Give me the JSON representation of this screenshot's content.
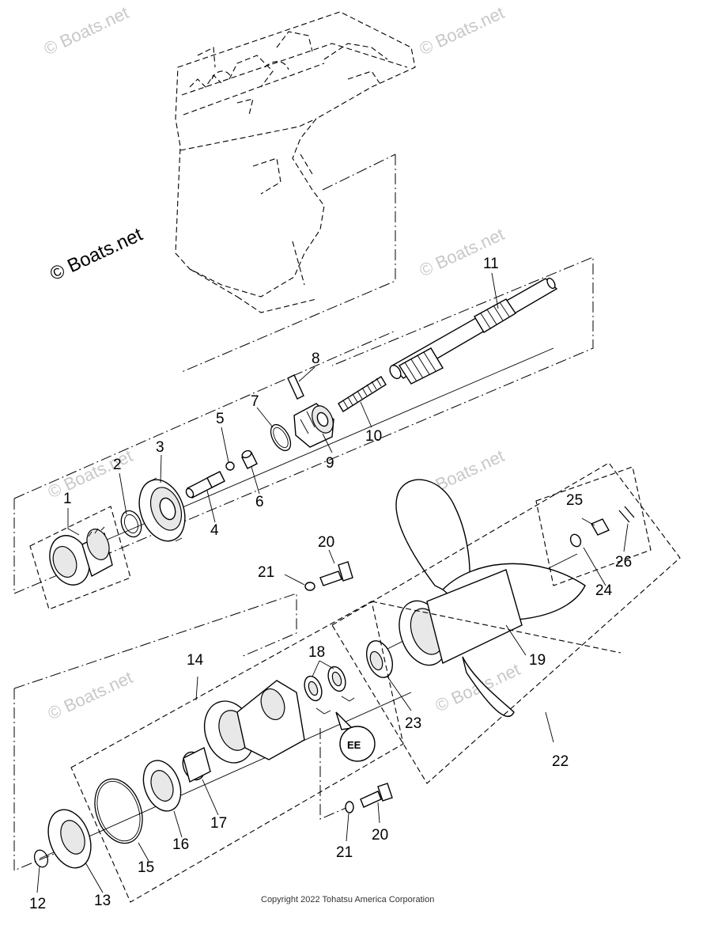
{
  "watermarks": {
    "faint": "© Boats.net",
    "main": "© Boats.net"
  },
  "copyright": "Copyright 2022 Tohatsu America Corporation",
  "callouts": {
    "p1": "1",
    "p2": "2",
    "p3": "3",
    "p4": "4",
    "p5": "5",
    "p6": "6",
    "p7": "7",
    "p8": "8",
    "p9": "9",
    "p10": "10",
    "p11": "11",
    "p12": "12",
    "p13": "13",
    "p14": "14",
    "p15": "15",
    "p16": "16",
    "p17": "17",
    "p18": "18",
    "p19": "19",
    "p20a": "20",
    "p20b": "20",
    "p21a": "21",
    "p21b": "21",
    "p22": "22",
    "p23": "23",
    "p24": "24",
    "p25": "25",
    "p26": "26"
  },
  "grease_symbol": "EE"
}
